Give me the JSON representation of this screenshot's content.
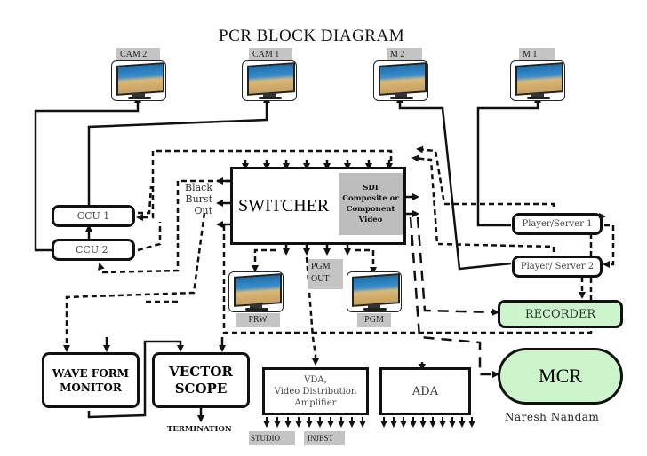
{
  "diagram": {
    "title": "PCR BLOCK DIAGRAM",
    "monitors_top": [
      {
        "label": "CAM 2"
      },
      {
        "label": "CAM 1"
      },
      {
        "label": "M 2"
      },
      {
        "label": "M 1"
      }
    ],
    "monitors_bottom": [
      {
        "label": "PRW"
      },
      {
        "label": "PGM"
      }
    ],
    "switcher": {
      "label": "SWITCHER",
      "inner_label_lines": [
        "SDI",
        "Composite or",
        "Component",
        "Video"
      ]
    },
    "black_burst_lines": [
      "Black",
      "Burst",
      "Out"
    ],
    "pgm_out_lines": [
      "PGM",
      "OUT"
    ],
    "ccu": [
      {
        "label": "CCU 1"
      },
      {
        "label": "CCU 2"
      }
    ],
    "players": [
      {
        "label": "Player/Server 1"
      },
      {
        "label": "Player/ Server 2"
      }
    ],
    "recorder": {
      "label": "RECORDER"
    },
    "mcr": {
      "label": "MCR"
    },
    "waveform": {
      "lines": [
        "WAVE FORM",
        "MONITOR"
      ]
    },
    "vectorscope": {
      "lines": [
        "VECTOR",
        "SCOPE"
      ]
    },
    "termination": "TERMINATION",
    "vda": {
      "lines": [
        "VDA,",
        "Video Distribution",
        "Amplifier"
      ]
    },
    "ada": {
      "label": "ADA"
    },
    "outputs": [
      {
        "label": "STUDIO"
      },
      {
        "label": "INJEST"
      }
    ],
    "author": "Naresh Nandam",
    "colors": {
      "line": "#111111",
      "label_bg": "#c4c4c4",
      "green_fill": "#ccf5cc"
    }
  }
}
